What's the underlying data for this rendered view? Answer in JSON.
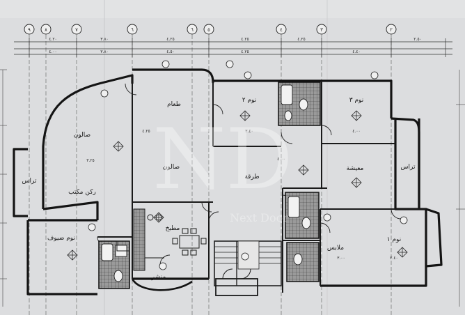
{
  "drawing": {
    "paper_color": "#d9dadb",
    "ink_color": "#1f1f1f",
    "grid_axes": [
      "٩",
      "٨",
      "٧",
      "٦",
      "٦",
      "٥",
      "٤",
      "٣",
      "٢"
    ],
    "dimensions_top": [
      "٤.٢٠",
      "٣.٨٠",
      "٤.٢٥",
      "٤.٢٥",
      "٤.٢٥",
      "٢.٥٠"
    ],
    "dimensions_bottom": [
      "٤.٠٠",
      "٣.٨٠",
      "٤.٥٠",
      "٤.٢٥",
      "٤.٤٠"
    ],
    "rooms": [
      {
        "id": "salon",
        "label": "صالون"
      },
      {
        "id": "dining",
        "label": "طعام"
      },
      {
        "id": "bedroom2",
        "label": "نوم ٢"
      },
      {
        "id": "bedroom3",
        "label": "نوم ٣"
      },
      {
        "id": "office-corner",
        "label": "ركن مكتب"
      },
      {
        "id": "hall",
        "label": "صالون"
      },
      {
        "id": "corridor",
        "label": "طرقة"
      },
      {
        "id": "living",
        "label": "معيشة"
      },
      {
        "id": "terrace-right",
        "label": "تراس"
      },
      {
        "id": "terrace-left",
        "label": "تراس"
      },
      {
        "id": "guest-bedroom",
        "label": "نوم ضيوف"
      },
      {
        "id": "kitchen",
        "label": "مطبخ"
      },
      {
        "id": "laundry",
        "label": "منشر"
      },
      {
        "id": "dressing",
        "label": "ملابس"
      },
      {
        "id": "bedroom1",
        "label": "نوم ١"
      }
    ],
    "inner_dimensions": [
      "٤.٢٥",
      "٣.٤٠",
      "٤.٠٠",
      "٤.٠٠",
      "٣.٢٥",
      "٣.٠٠",
      "٢.٤٠"
    ],
    "watermark": {
      "initials": "ND",
      "text": "Next Door"
    }
  }
}
